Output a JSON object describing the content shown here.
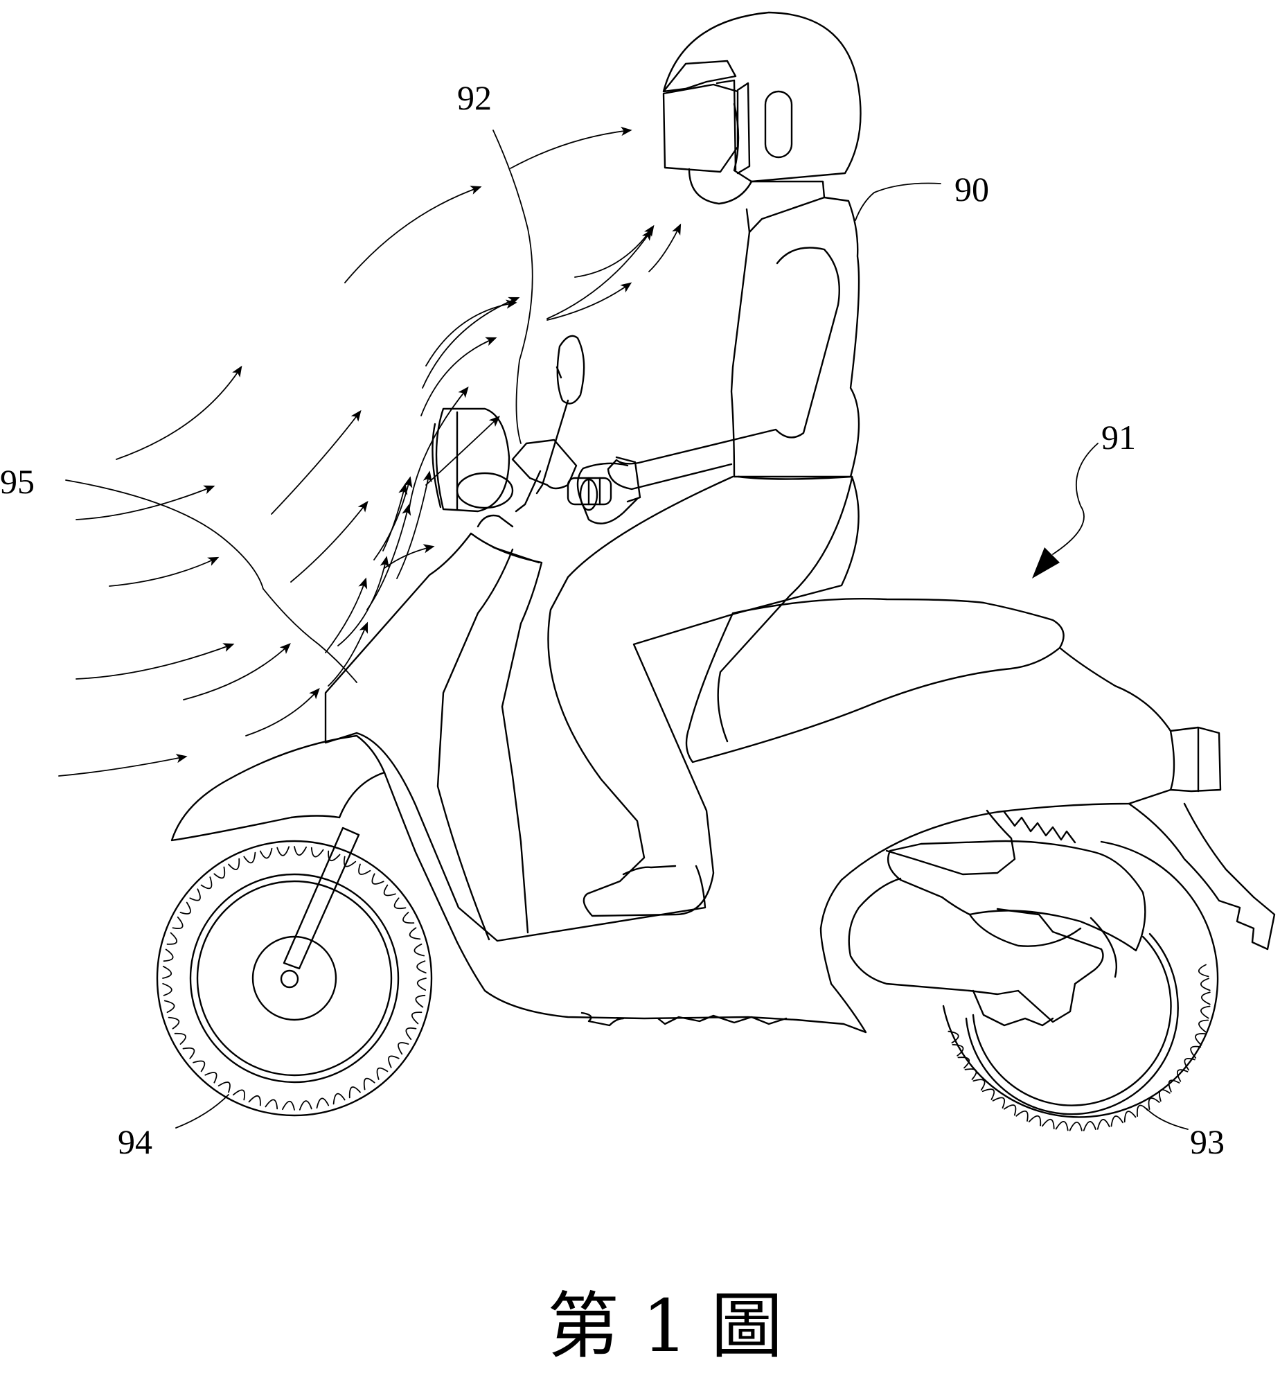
{
  "figure": {
    "caption": "第 1 圖",
    "reference_labels": [
      "92",
      "90",
      "91",
      "95",
      "94",
      "93"
    ]
  },
  "colors": {
    "ink": "#000000",
    "paper": "#ffffff"
  }
}
